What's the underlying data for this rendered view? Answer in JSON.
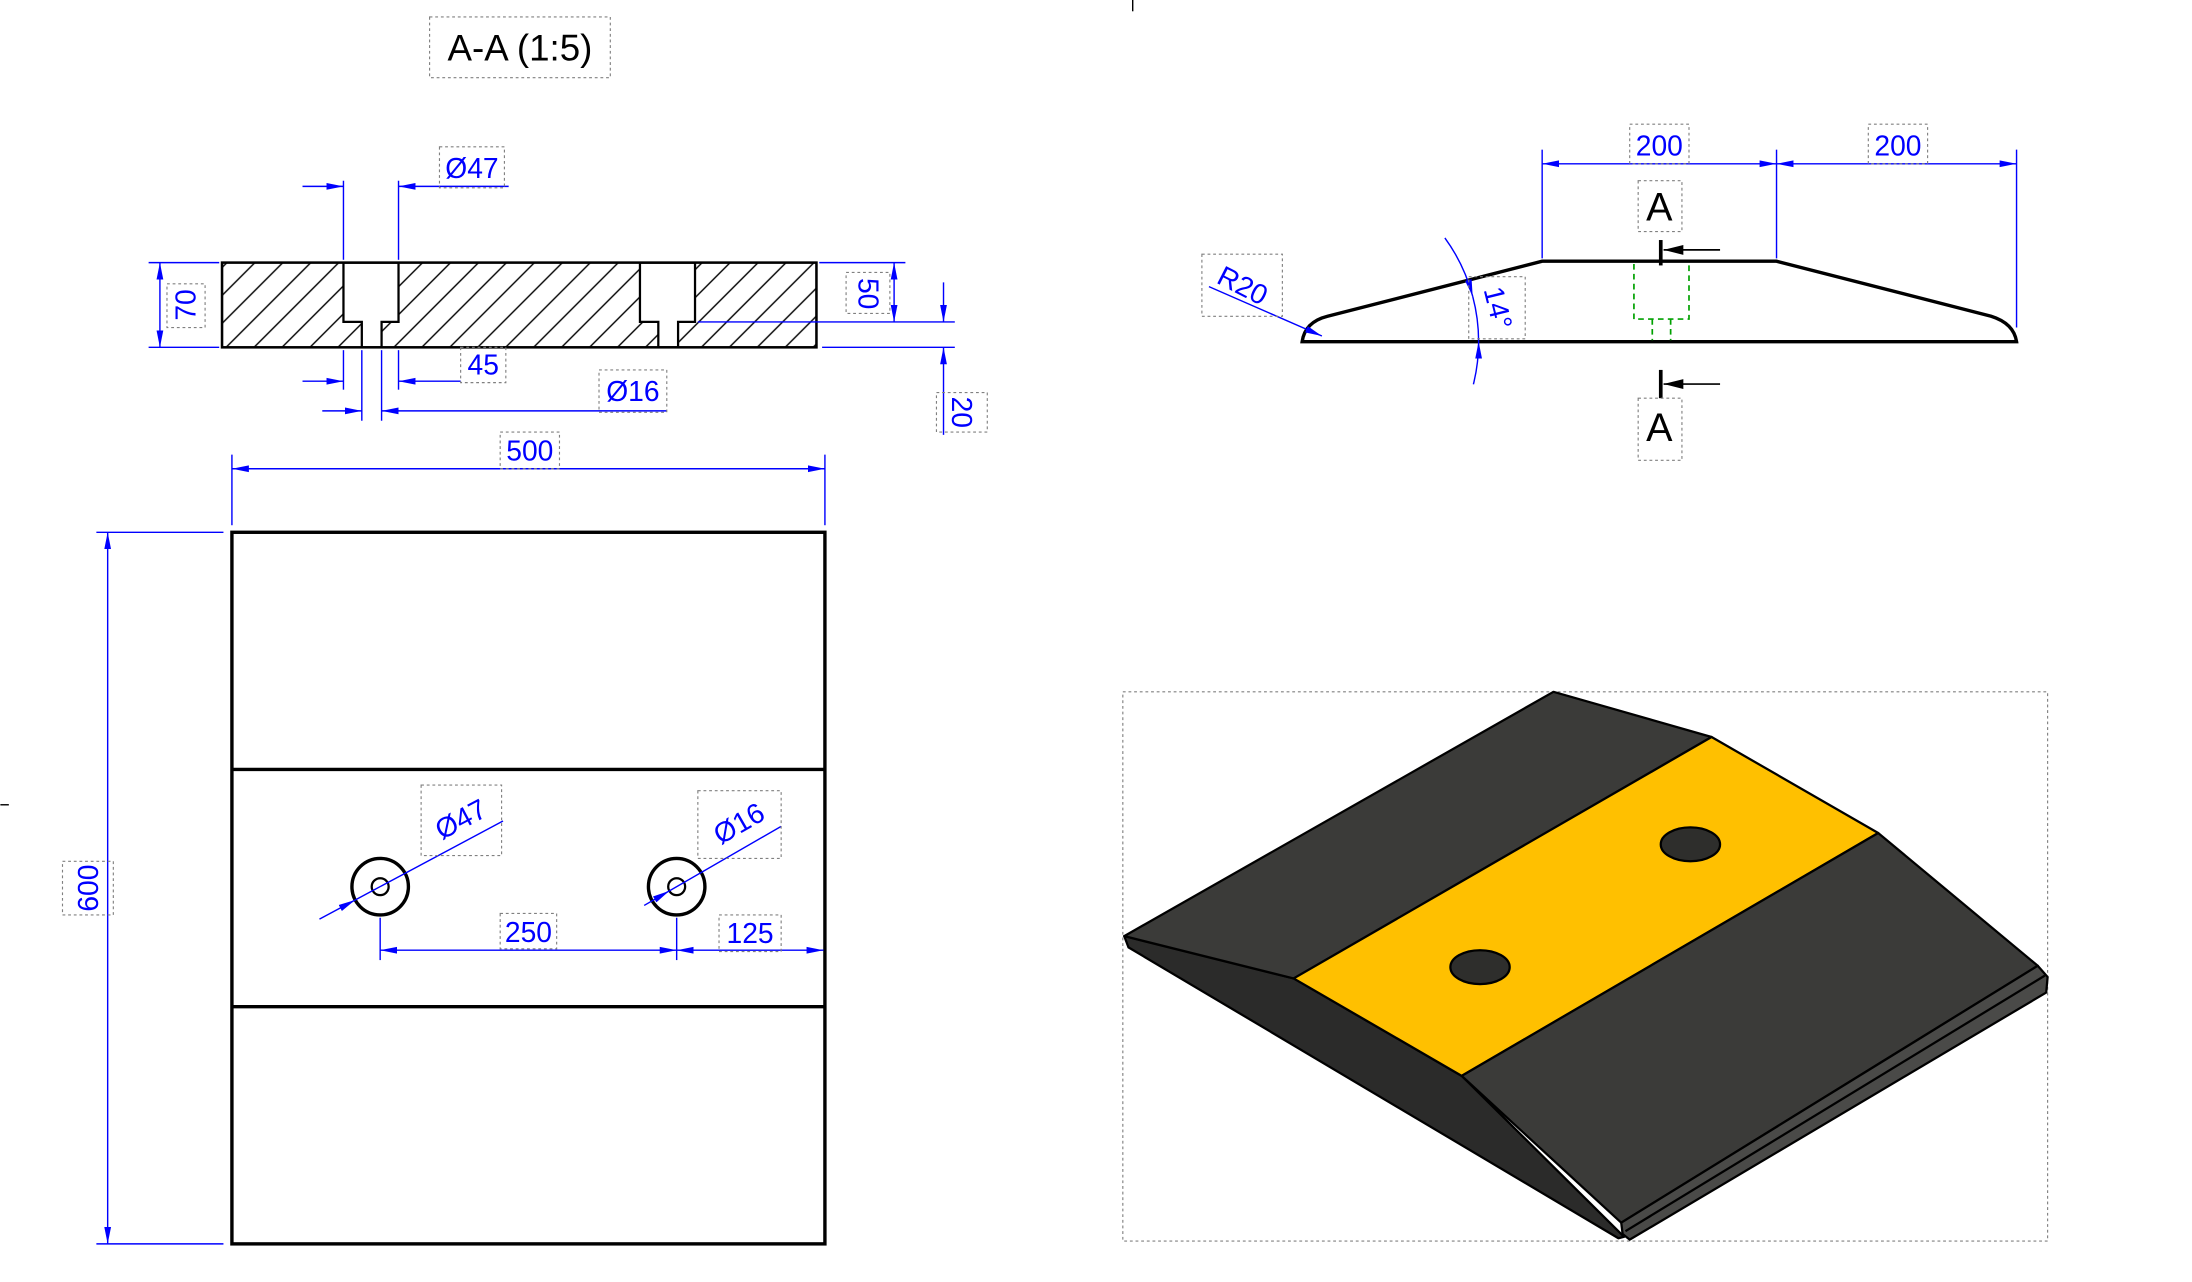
{
  "section_view": {
    "title": "A-A (1:5)",
    "counterbore_diameter": "Ø47",
    "thickness": "70",
    "depth_50": "50",
    "dim_45": "45",
    "hole_diameter": "Ø16",
    "depth_20": "20",
    "width": "500"
  },
  "plan_view": {
    "length": "600",
    "counterbore_diameter": "Ø47",
    "hole_diameter": "Ø16",
    "hole_spacing": "250",
    "edge_offset": "125"
  },
  "side_view": {
    "top_width": "200",
    "ramp_width": "200",
    "section_label_top": "A",
    "section_label_bottom": "A",
    "fillet_radius": "R20",
    "ramp_angle": "14°"
  },
  "colors": {
    "dimension": "#0000ff",
    "outline": "#000000",
    "hidden_line": "#00a000",
    "stripe": "#ffc000",
    "body": "#3b3b39",
    "text_box": "#808080"
  }
}
